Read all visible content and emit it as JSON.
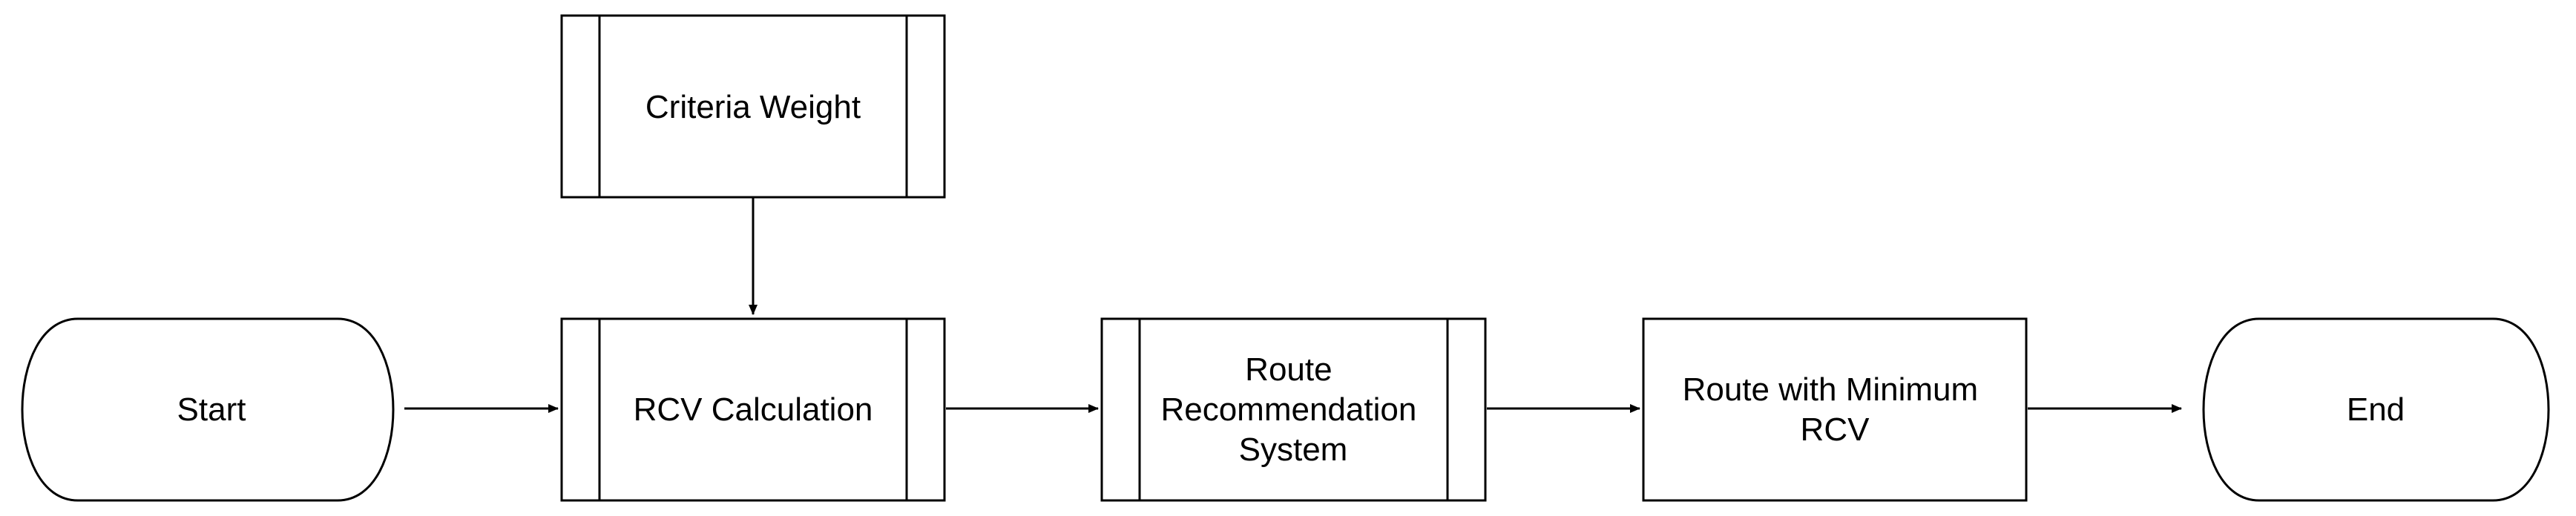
{
  "diagram": {
    "nodes": {
      "start": {
        "label": "Start"
      },
      "criteria_weight": {
        "label": "Criteria Weight"
      },
      "rcv_calculation": {
        "label": "RCV Calculation"
      },
      "route_recommendation": {
        "lines": [
          "Route",
          "Recommendation",
          "System"
        ]
      },
      "route_min_rcv": {
        "lines": [
          "Route with Minimum",
          "RCV"
        ]
      },
      "end": {
        "label": "End"
      }
    },
    "colors": {
      "stroke": "#000000",
      "fill": "#ffffff",
      "text": "#000000"
    }
  }
}
